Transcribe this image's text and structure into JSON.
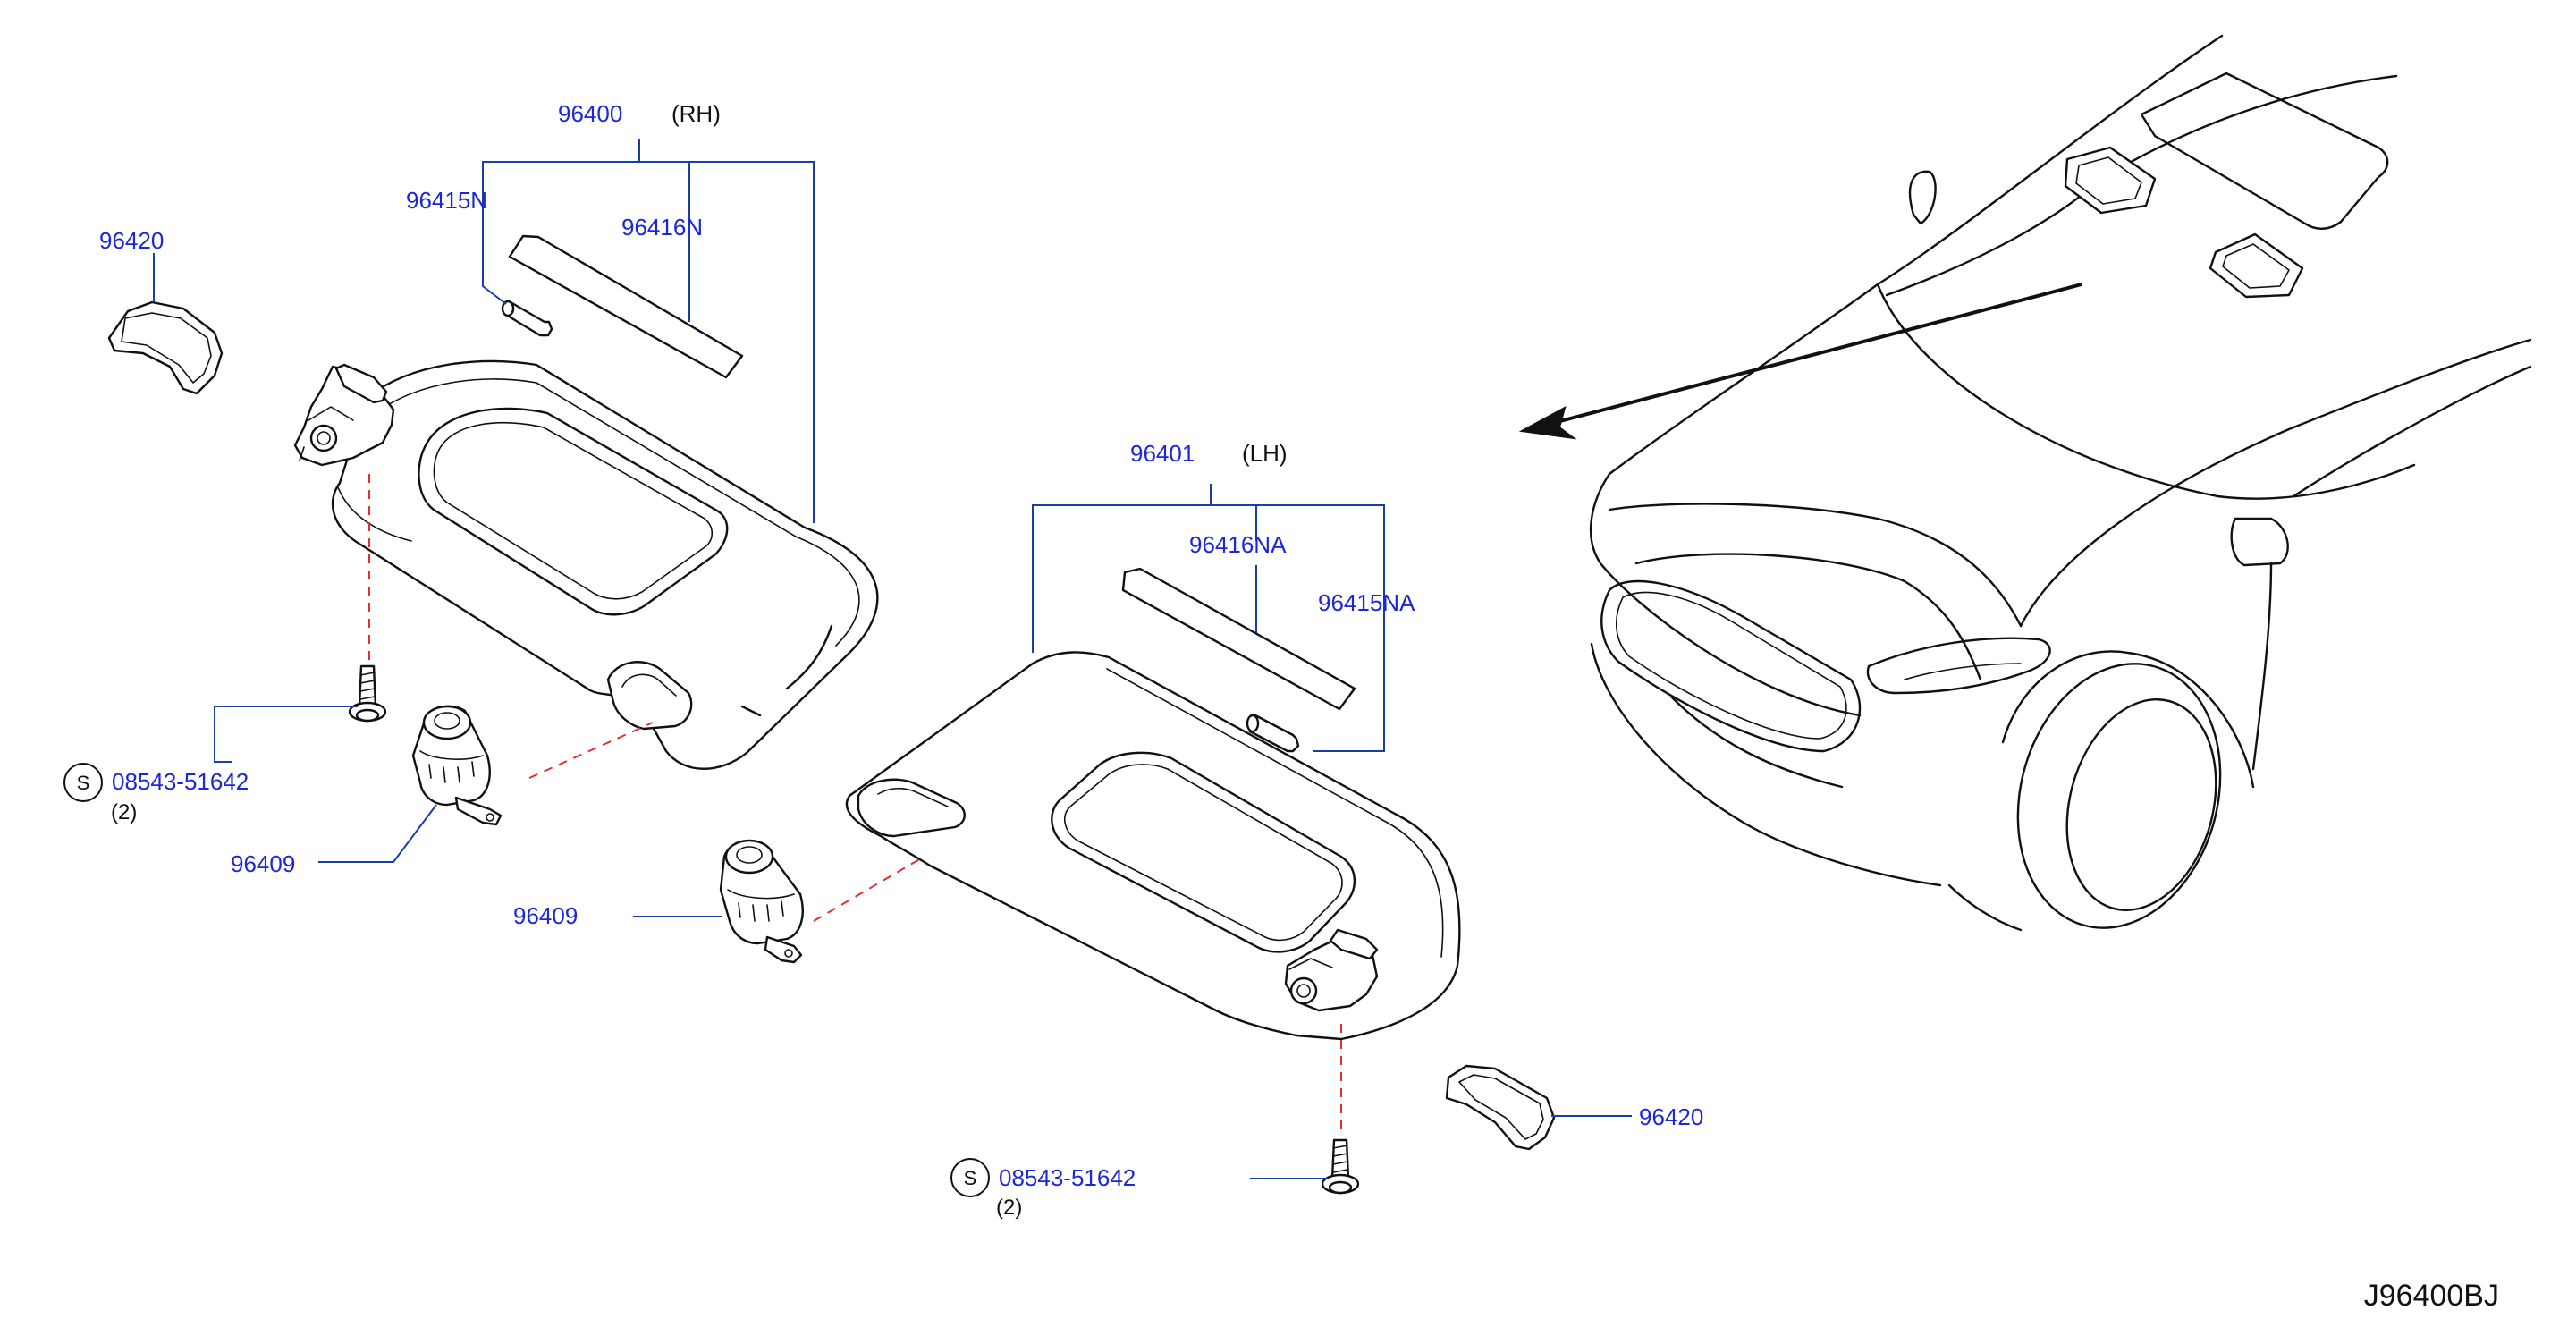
{
  "parts": {
    "rh_visor": {
      "number": "96400",
      "side": "(RH)"
    },
    "rh_holder_pin": {
      "number": "96415N"
    },
    "rh_label": {
      "number": "96416N"
    },
    "rh_cover": {
      "number": "96420"
    },
    "rh_screw": {
      "symbol": "S",
      "number": "08543-51642",
      "qty": "(2)"
    },
    "rh_holder": {
      "number": "96409"
    },
    "lh_visor": {
      "number": "96401",
      "side": "(LH)"
    },
    "lh_label": {
      "number": "96416NA"
    },
    "lh_holder_pin": {
      "number": "96415NA"
    },
    "lh_holder": {
      "number": "96409"
    },
    "lh_cover": {
      "number": "96420"
    },
    "lh_screw": {
      "symbol": "S",
      "number": "08543-51642",
      "qty": "(2)"
    }
  },
  "diagram_code": "J96400BJ",
  "colors": {
    "part_label": "#1c28d8",
    "leader_line": "#1a3ea8",
    "hidden_line": "#e03030",
    "ink": "#111111"
  }
}
